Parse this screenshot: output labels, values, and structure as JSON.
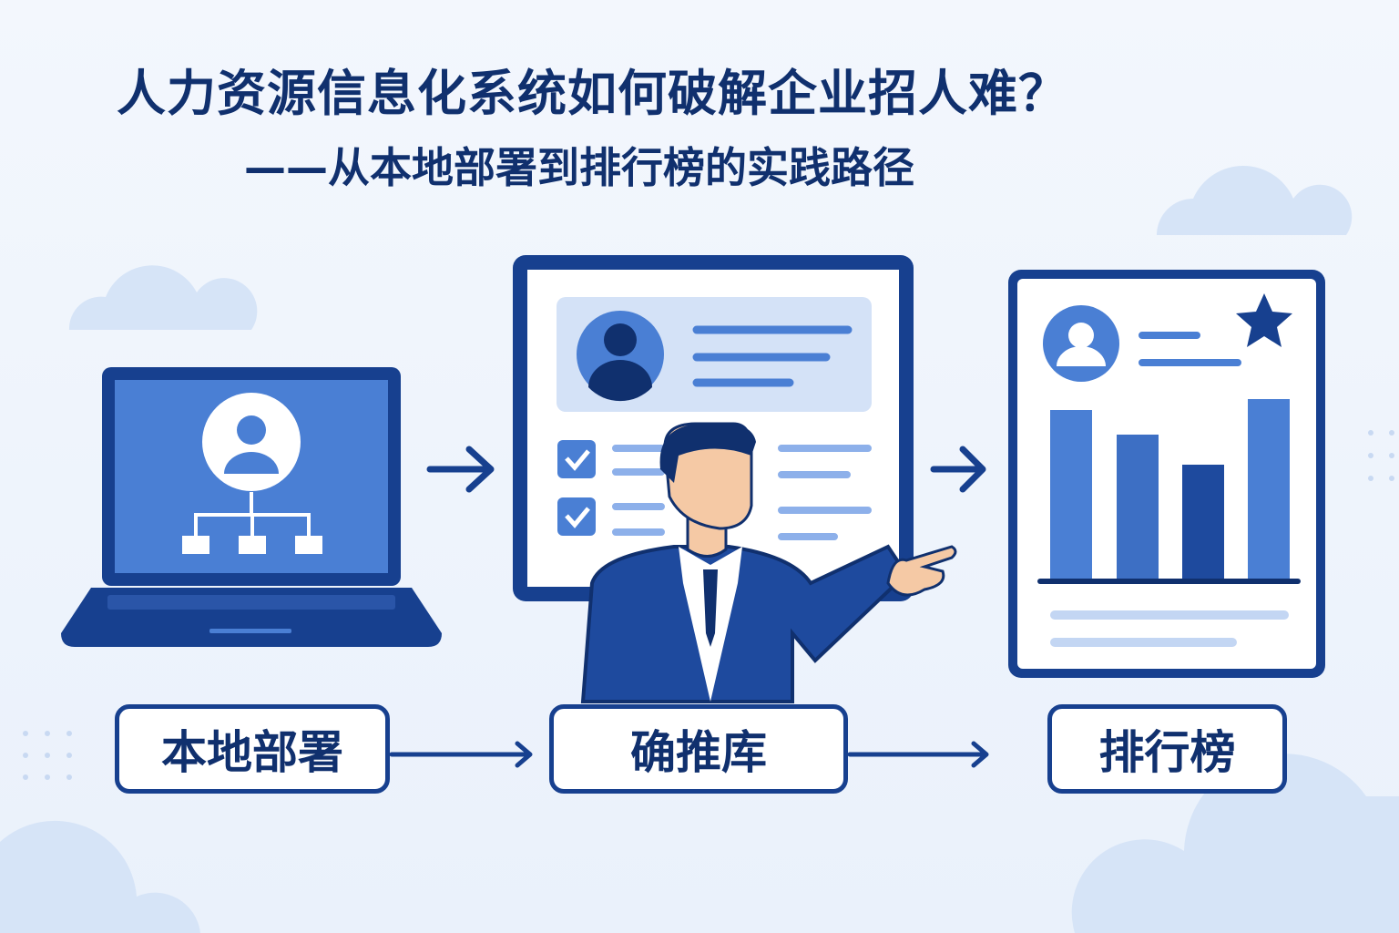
{
  "title": "人力资源信息化系统如何破解企业招人难？",
  "subtitle": "——从本地部署到排行榜的实践路径",
  "steps": [
    {
      "label": "本地部署"
    },
    {
      "label": "确推库"
    },
    {
      "label": "排行榜"
    }
  ],
  "colors": {
    "primary": "#17408f",
    "accent": "#4a7fd4",
    "light": "#d4e2f7",
    "text": "#10306e"
  }
}
